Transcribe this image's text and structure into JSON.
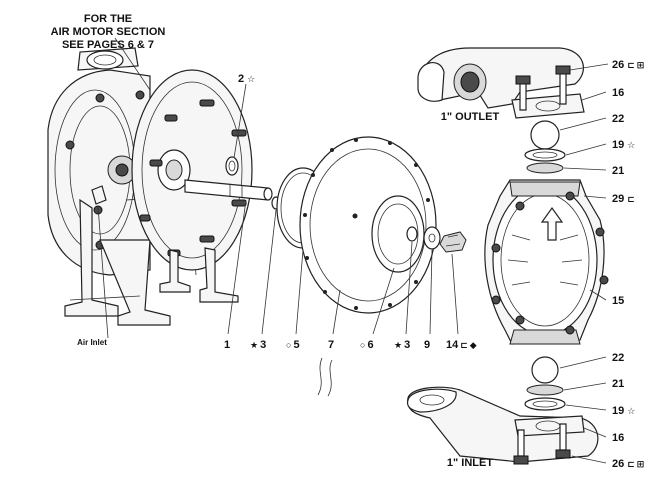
{
  "header_note": {
    "line1": "FOR THE",
    "line2": "AIR MOTOR SECTION",
    "line3": "SEE PAGES 6 & 7"
  },
  "ports": {
    "outlet": "1\" OUTLET",
    "inlet": "1\" INLET",
    "air_inlet": "Air Inlet"
  },
  "callouts": {
    "c1": "1",
    "c2": "2",
    "c3a": "3",
    "c5": "5",
    "c7": "7",
    "c6": "6",
    "c3b": "3",
    "c9": "9",
    "c14": "14",
    "c26top": "26",
    "c16top": "16",
    "c22top": "22",
    "c19top": "19",
    "c21top": "21",
    "c29": "29",
    "c15": "15",
    "c22bot": "22",
    "c21bot": "21",
    "c19bot": "19",
    "c16bot": "16",
    "c26bot": "26"
  },
  "symbols": {
    "star": "☆",
    "star_solid": "★",
    "circle": "○",
    "diamond": "◆",
    "kit": "⊞",
    "wrench": "⊏"
  },
  "colors": {
    "line": "#222222",
    "fill": "#f6f6f6",
    "shade": "#d9d9d9"
  }
}
